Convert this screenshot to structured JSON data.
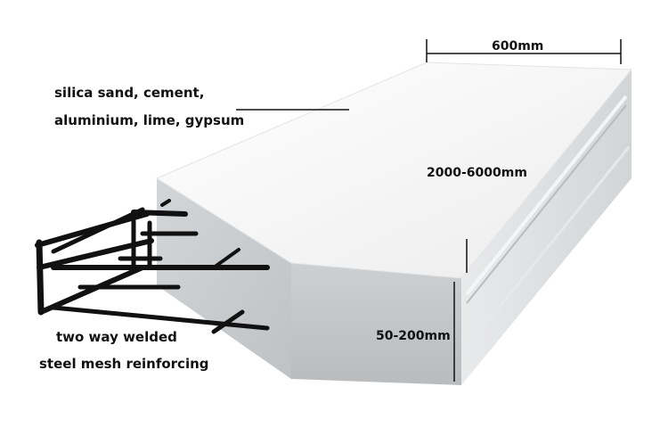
{
  "labels": {
    "materials_line1": "silica sand, cement,",
    "materials_line2": "aluminium, lime, gypsum",
    "mesh_line1": "two way welded",
    "mesh_line2": "steel mesh reinforcing",
    "width": "600mm",
    "length": "2000-6000mm",
    "thickness": "50-200mm"
  },
  "colors": {
    "panel_top": "#f6f6f6",
    "panel_side": "#d5d8da",
    "panel_front": "#c9ccce",
    "steel": "#111111",
    "dimension_line": "#111111"
  }
}
